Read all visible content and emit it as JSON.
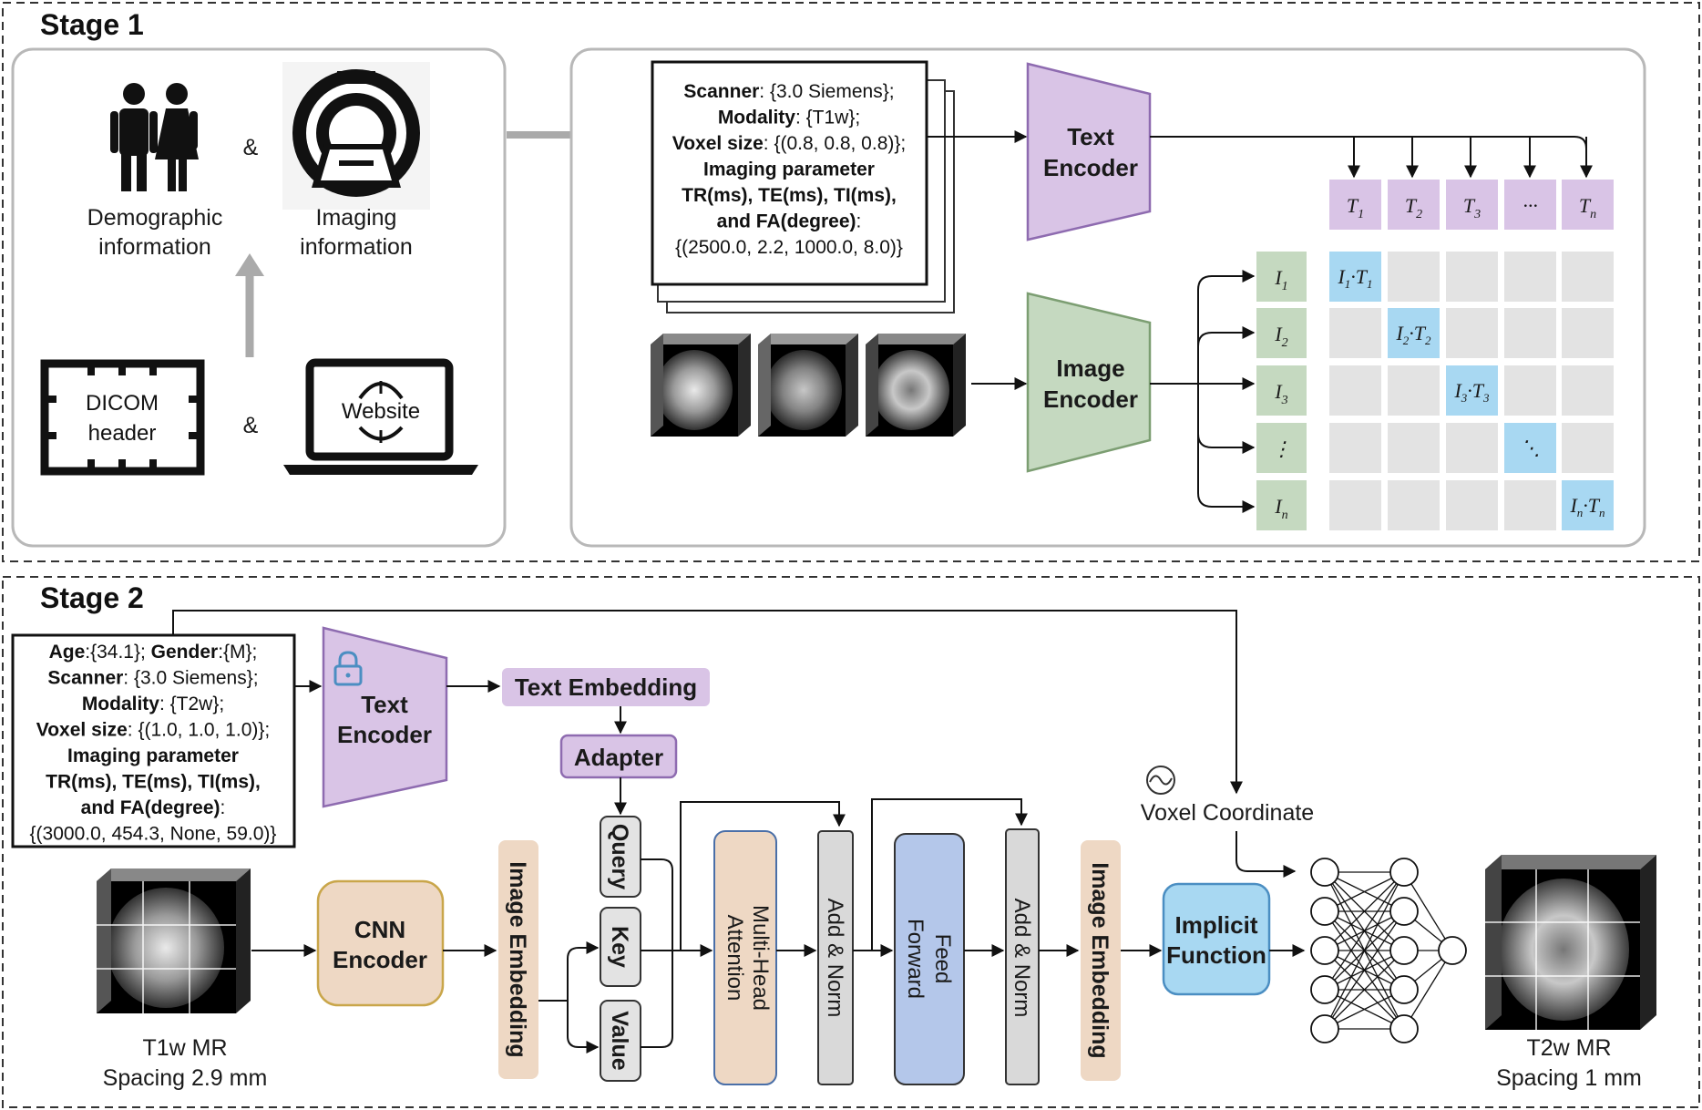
{
  "stage1": {
    "title": "Stage 1",
    "demographic_label": [
      "Demographic",
      "information"
    ],
    "imaging_label": [
      "Imaging",
      "information"
    ],
    "ampersand": "&",
    "dicom_label": [
      "DICOM",
      "header"
    ],
    "website_label": "Website",
    "metadata_card": [
      [
        {
          "t": "Scanner",
          "b": true
        },
        {
          "t": ": {3.0 Siemens};",
          "b": false
        }
      ],
      [
        {
          "t": "Modality",
          "b": true
        },
        {
          "t": ": {T1w};",
          "b": false
        }
      ],
      [
        {
          "t": "Voxel size",
          "b": true
        },
        {
          "t": ": {(0.8, 0.8, 0.8)};",
          "b": false
        }
      ],
      [
        {
          "t": "Imaging parameter",
          "b": true
        }
      ],
      [
        {
          "t": "TR(ms), TE(ms), TI(ms),",
          "b": true
        }
      ],
      [
        {
          "t": "and FA(degree)",
          "b": true
        },
        {
          "t": ":",
          "b": false
        }
      ],
      [
        {
          "t": "{(2500.0, 2.2, 1000.0, 8.0)}",
          "b": false
        }
      ]
    ],
    "text_encoder_label": [
      "Text",
      "Encoder"
    ],
    "image_encoder_label": [
      "Image",
      "Encoder"
    ],
    "text_tokens": [
      "T1",
      "T2",
      "T3",
      "···",
      "Tn"
    ],
    "image_tokens": [
      "I1",
      "I2",
      "I3",
      "⋮",
      "In"
    ],
    "diagonal_labels": [
      "I1·T1",
      "I2·T2",
      "I3·T3",
      "⋱",
      "In·Tn"
    ]
  },
  "stage2": {
    "title": "Stage 2",
    "metadata_card": [
      [
        {
          "t": "Age",
          "b": true
        },
        {
          "t": ":{34.1}; ",
          "b": false
        },
        {
          "t": "Gender",
          "b": true
        },
        {
          "t": ":{M};",
          "b": false
        }
      ],
      [
        {
          "t": "Scanner",
          "b": true
        },
        {
          "t": ": {3.0 Siemens};",
          "b": false
        }
      ],
      [
        {
          "t": "Modality",
          "b": true
        },
        {
          "t": ": {T2w};",
          "b": false
        }
      ],
      [
        {
          "t": "Voxel size",
          "b": true
        },
        {
          "t": ": {(1.0, 1.0, 1.0)};",
          "b": false
        }
      ],
      [
        {
          "t": "Imaging parameter",
          "b": true
        }
      ],
      [
        {
          "t": "TR(ms), TE(ms), TI(ms),",
          "b": true
        }
      ],
      [
        {
          "t": "and FA(degree)",
          "b": true
        },
        {
          "t": ":",
          "b": false
        }
      ],
      [
        {
          "t": "{(3000.0, 454.3, None, 59.0)}",
          "b": false
        }
      ]
    ],
    "text_encoder_label": [
      "Text",
      "Encoder"
    ],
    "text_embedding": "Text Embedding",
    "adapter": "Adapter",
    "query": "Query",
    "key": "Key",
    "value": "Value",
    "cnn_encoder": [
      "CNN",
      "Encoder"
    ],
    "image_embedding": "Image Embedding",
    "mha": [
      "Multi-Head",
      "Attention"
    ],
    "add_norm": "Add & Norm",
    "feed_forward": [
      "Feed",
      "Forward"
    ],
    "image_embedding_out": "Image Embedding",
    "voxel_coordinate": "Voxel Coordinate",
    "implicit_function": [
      "Implicit",
      "Function"
    ],
    "input_caption": [
      "T1w MR",
      "Spacing 2.9 mm"
    ],
    "output_caption": [
      "T2w MR",
      "Spacing 1 mm"
    ]
  },
  "colors": {
    "purple": "#d9c4e6",
    "purple_edge": "#8e6bb0",
    "green": "#c5d9c0",
    "green_edge": "#7c9e72",
    "blue": "#a8d8f2",
    "blue_edge": "#4b8ec2",
    "beige": "#eed8c4",
    "gray_cell": "#e3e3e3",
    "ff_blue": "#b4c7ea"
  }
}
